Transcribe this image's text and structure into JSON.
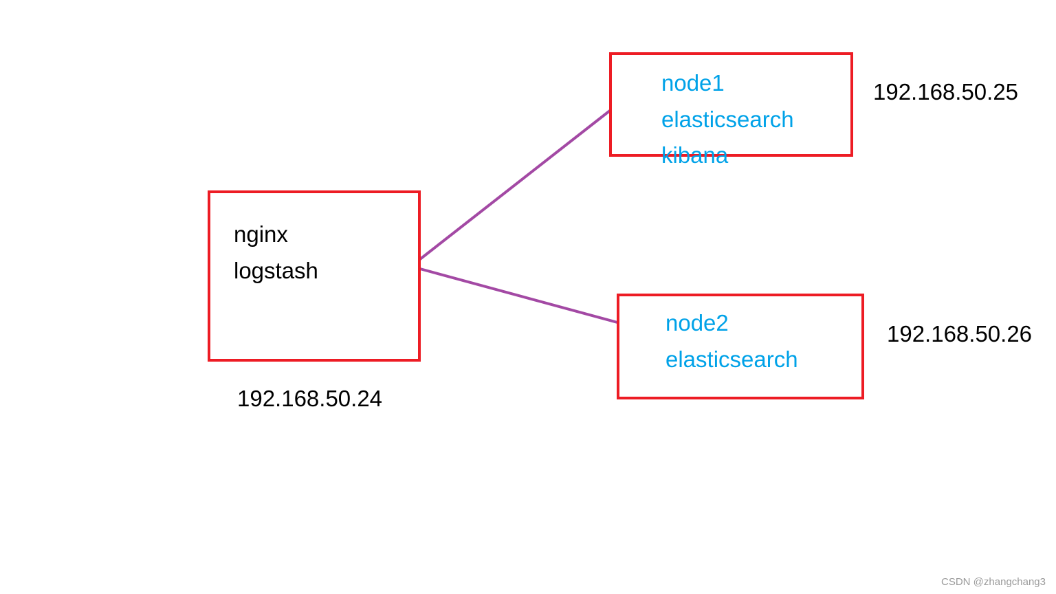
{
  "diagram": {
    "nodes": [
      {
        "lines": [
          "nginx",
          "logstash"
        ],
        "ip": "192.168.50.24",
        "text_color": "#000000"
      },
      {
        "lines": [
          "node1",
          "elasticsearch",
          "kibana"
        ],
        "ip": "192.168.50.25",
        "text_color": "#00a2e8"
      },
      {
        "lines": [
          "node2",
          "elasticsearch"
        ],
        "ip": "192.168.50.26",
        "text_color": "#00a2e8"
      }
    ],
    "edges": [
      {
        "from": 0,
        "to": 1
      },
      {
        "from": 0,
        "to": 2
      }
    ],
    "colors": {
      "box_border": "#ed1c24",
      "edge": "#a349a4",
      "ip_text": "#000000",
      "watermark": "#9a9a9a"
    }
  },
  "watermark": "CSDN @zhangchang3"
}
